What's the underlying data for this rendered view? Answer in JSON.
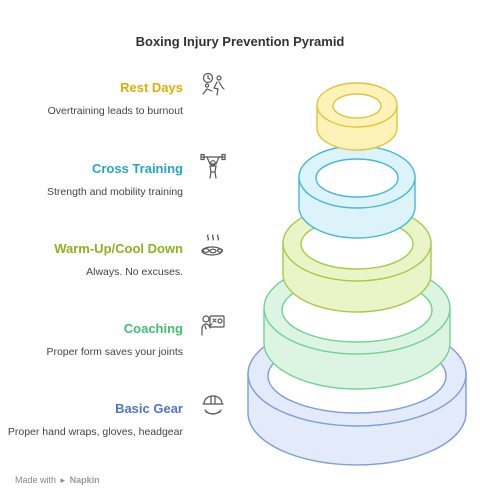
{
  "title": "Boxing Injury Prevention Pyramid",
  "levels": [
    {
      "title": "Rest Days",
      "desc": "Overtraining leads to burnout",
      "color": "#e0ae05",
      "fill": "#fdf3b8",
      "stroke": "#e2c43c",
      "icon": "sleeping-person-clock-icon"
    },
    {
      "title": "Cross Training",
      "desc": "Strength and mobility training",
      "color": "#22a8c6",
      "fill": "#dcf3fa",
      "stroke": "#47b9d6",
      "icon": "weightlifter-icon"
    },
    {
      "title": "Warm-Up/Cool Down",
      "desc": "Always. No excuses.",
      "color": "#8cb31d",
      "fill": "#eaf5c7",
      "stroke": "#a7c94a",
      "icon": "hot-stones-icon"
    },
    {
      "title": "Coaching",
      "desc": "Proper form saves your joints",
      "color": "#3fbf74",
      "fill": "#dcf5e3",
      "stroke": "#72d291",
      "icon": "coach-whiteboard-icon"
    },
    {
      "title": "Basic Gear",
      "desc": "Proper hand wraps, gloves, headgear",
      "color": "#4f76c6",
      "fill": "#e3ebfa",
      "stroke": "#7e9ddc",
      "icon": "helmet-mouthguard-icon"
    }
  ],
  "footer": {
    "prefix": "Made with",
    "brand": "Napkin"
  }
}
